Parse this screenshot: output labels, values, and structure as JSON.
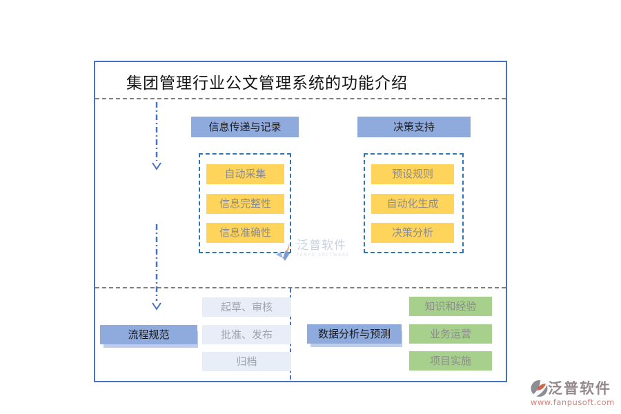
{
  "title": "集团管理行业公文管理系统的功能介绍",
  "top": {
    "columns": [
      {
        "header": "信息传递与记录",
        "items": [
          "自动采集",
          "信息完整性",
          "信息准确性"
        ]
      },
      {
        "header": "决策支持",
        "items": [
          "预设规则",
          "自动化生成",
          "决策分析"
        ]
      }
    ]
  },
  "bottom": {
    "left": {
      "label": "流程规范",
      "items": [
        "起草、审核",
        "批准、发布",
        "归档"
      ]
    },
    "right": {
      "label": "数据分析与预测",
      "items": [
        "知识和经验",
        "业务运营",
        "项目实施"
      ]
    }
  },
  "watermark_center": {
    "name": "泛普软件",
    "subtitle": "FANPU SOFTWARE"
  },
  "watermark_footer": {
    "name": "泛普软件",
    "url": "www.fanpusoft.com"
  },
  "colors": {
    "frame_border": "#4472C4",
    "header_fill": "#8FAADC",
    "yellow_fill": "#FFD45A",
    "light_blue_fill": "#E8EDF8",
    "green_fill": "#A8D08D",
    "dashed_container_border": "#2E75B6",
    "gray_dash": "#7F7F7F",
    "arrow_blue": "#4472C4"
  }
}
